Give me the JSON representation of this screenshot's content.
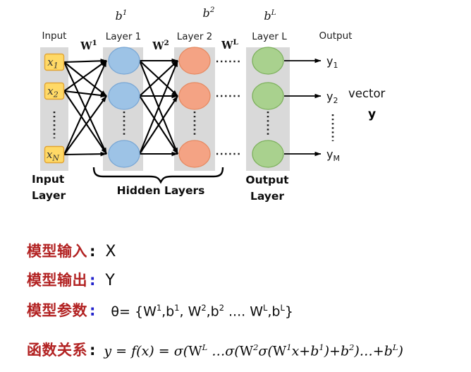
{
  "diagram": {
    "title_input": "Input",
    "title_layer1": "Layer 1",
    "title_layer2": "Layer 2",
    "title_layerL": "Layer L",
    "title_output": "Output",
    "bias1": {
      "base": "b",
      "sup": "1"
    },
    "bias2": {
      "base": "b",
      "sup": "2"
    },
    "biasL": {
      "base": "b",
      "sup": "L"
    },
    "w1": {
      "base": "W",
      "sup": "1"
    },
    "w2": {
      "base": "W",
      "sup": "2"
    },
    "wL": {
      "base": "W",
      "sup": "L"
    },
    "x1": {
      "base": "x",
      "sub": "1"
    },
    "x2": {
      "base": "x",
      "sub": "2"
    },
    "xN": {
      "base": "x",
      "sub": "N"
    },
    "y1": {
      "base": "y",
      "sub": "1"
    },
    "y2": {
      "base": "y",
      "sub": "2"
    },
    "yM": {
      "base": "y",
      "sub": "M"
    },
    "vector_label": "vector",
    "vector_symbol": "y",
    "caption_input_line1": "Input",
    "caption_input_line2": "Layer",
    "caption_hidden": "Hidden Layers",
    "caption_output_line1": "Output",
    "caption_output_line2": "Layer"
  },
  "notes": [
    {
      "label": "模型输入",
      "colon": ":",
      "value_html": "X"
    },
    {
      "label": "模型输出",
      "colon": ":",
      "value_html": "Y"
    },
    {
      "label": "模型参数",
      "colon": ":",
      "value_html": "θ= {W<sup>1</sup>,b<sup>1</sup>, W<sup>2</sup>,b<sup>2</sup> .... W<sup>L</sup>,b<sup>L</sup>}"
    },
    {
      "label": "函数关系",
      "colon": ":",
      "value_html": "y = f(x) = σ(<span class='rm'>W</span><sup>L</sup> …σ(<span class='rm'>W</span><sup>2</sup>σ(<span class='rm'>W</span><sup>1</sup>x+b<sup>1</sup>)+b<sup>2</sup>)…+b<sup>L</sup>)"
    }
  ],
  "colors": {
    "note_label_red": "#B22222",
    "colon_blue": "#2222CC",
    "band_gray": "#D9D9D9",
    "input_node_fill": "#FFD966",
    "input_node_border": "#E2A433",
    "layer1_fill": "#9DC3E6",
    "layer2_fill": "#F4A384",
    "layerL_fill": "#A9D18E"
  }
}
